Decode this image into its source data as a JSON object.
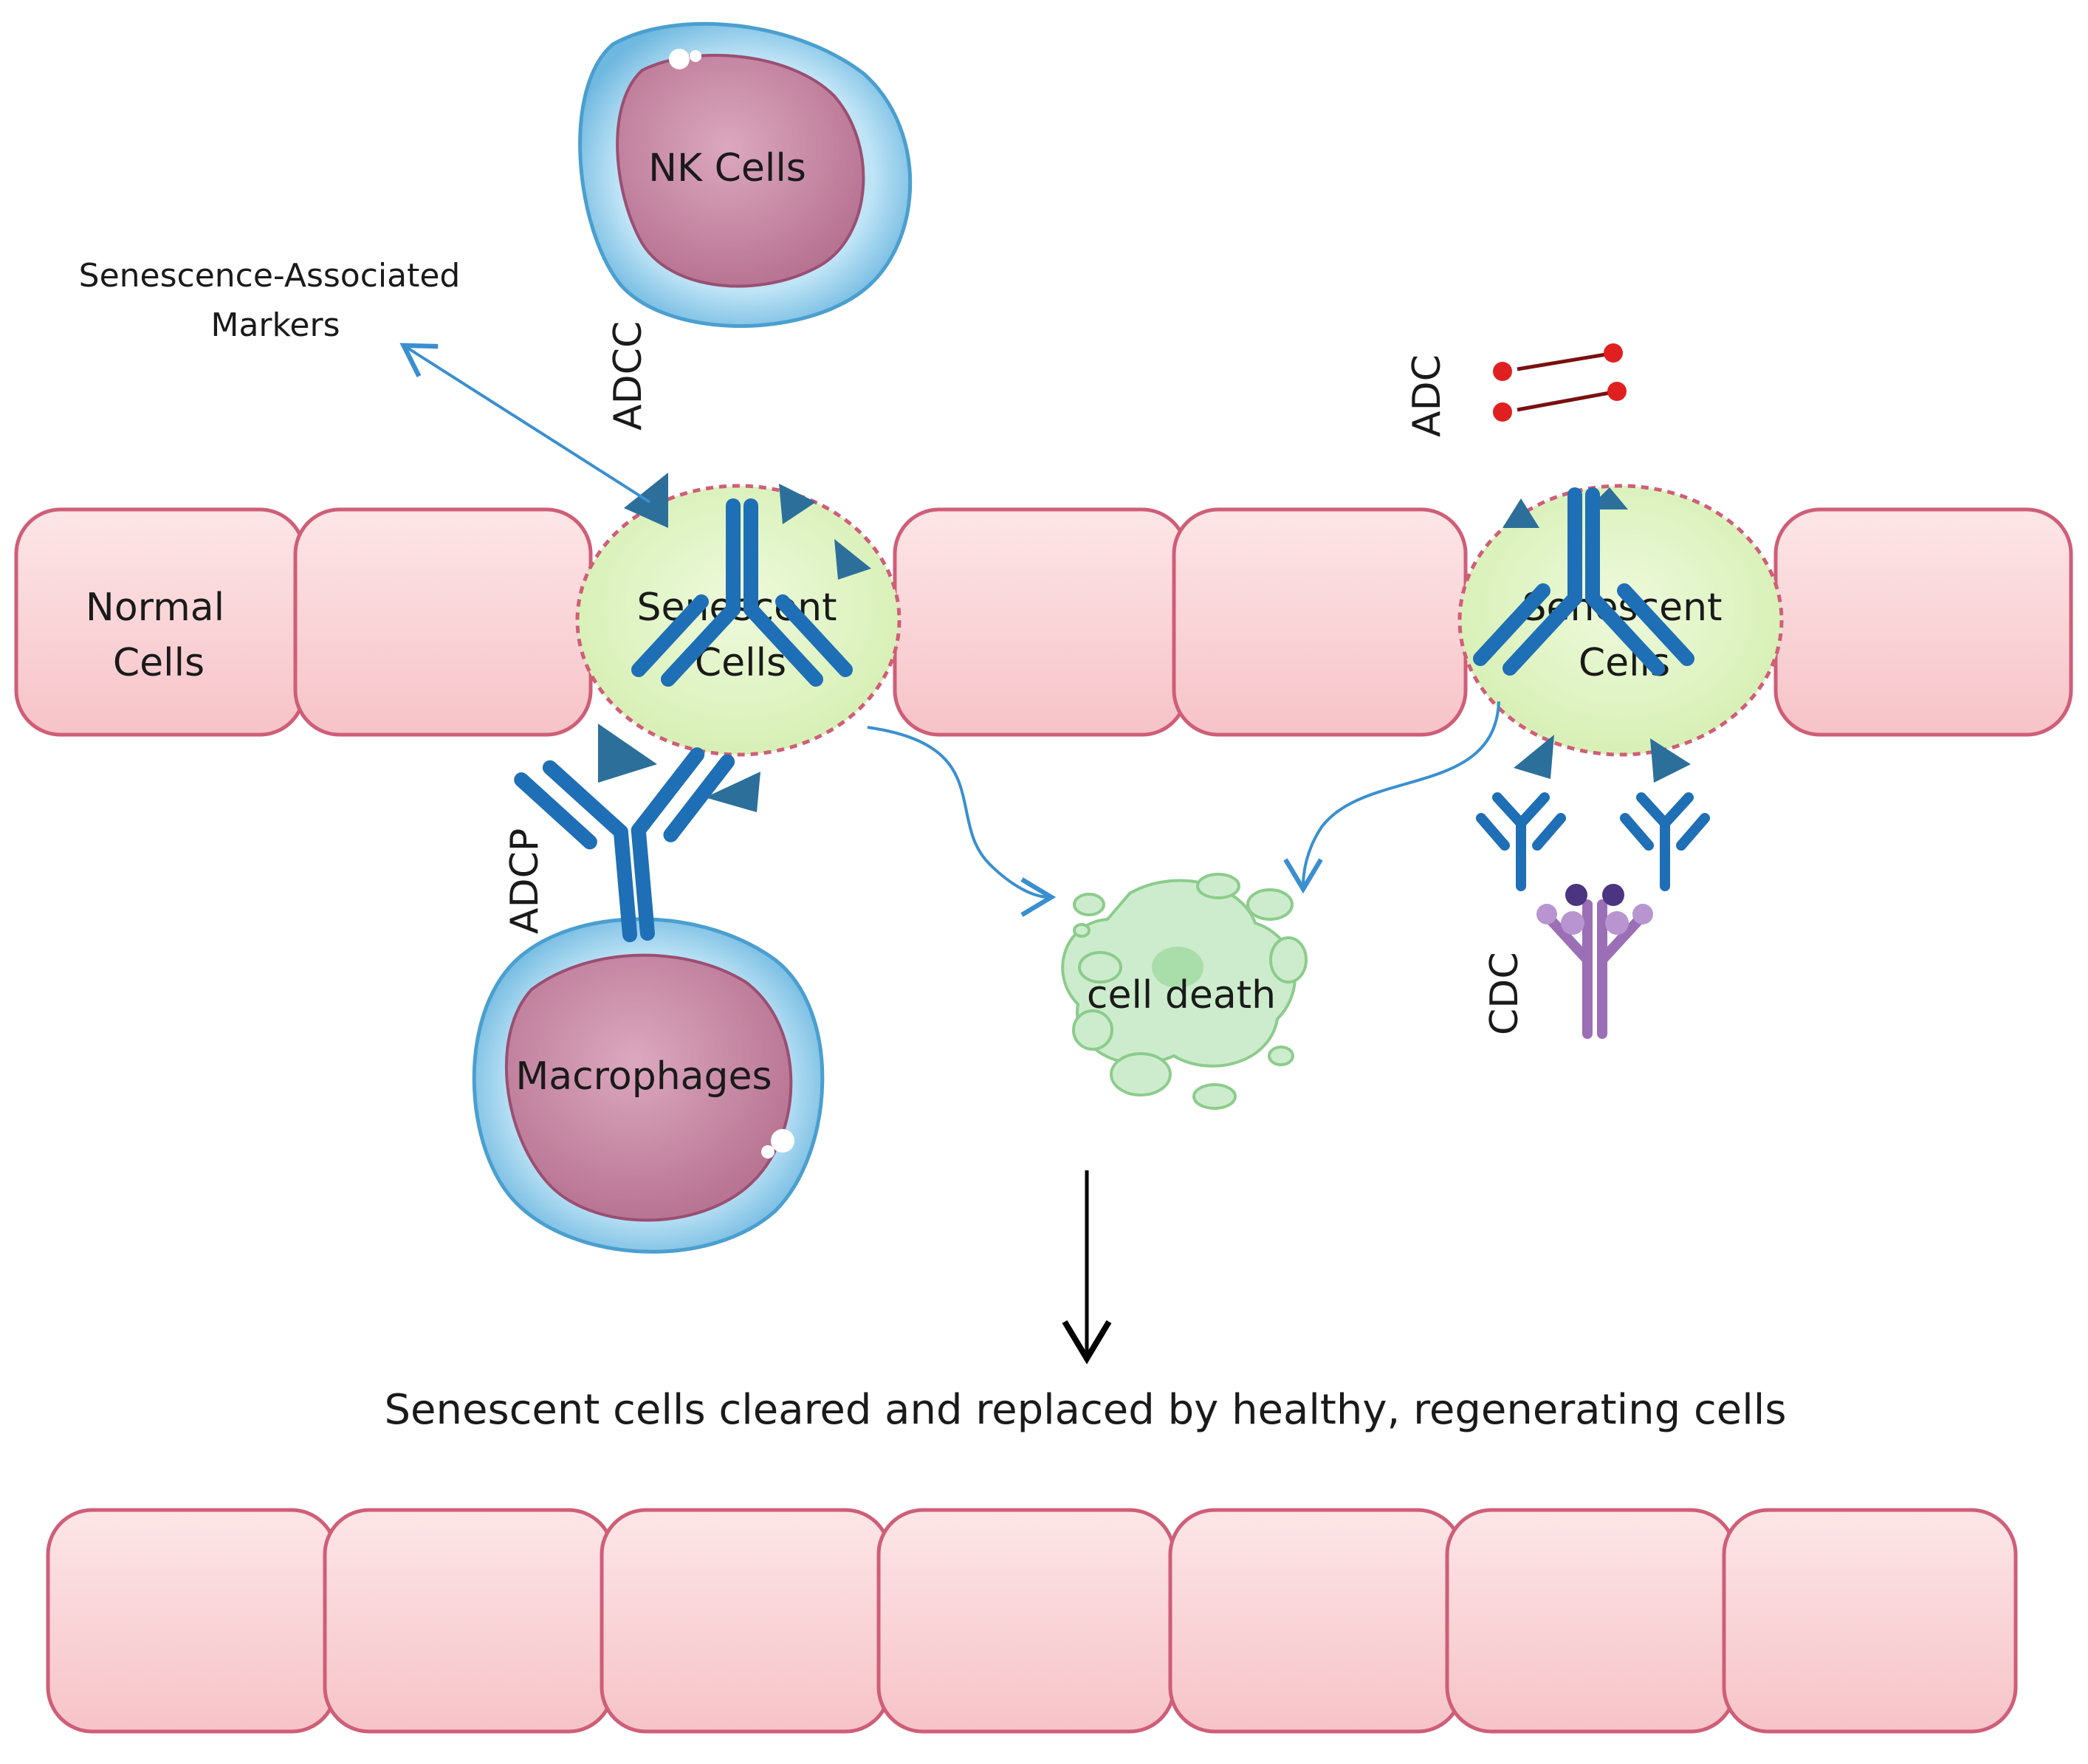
{
  "labels": {
    "nk_cells": "NK Cells",
    "macrophages": "Macrophages",
    "normal_cells_line1": "Normal",
    "normal_cells_line2": "Cells",
    "senescent_left_line1": "Senescent",
    "senescent_left_line2": "Cells",
    "senescent_right_line1": "Senescent",
    "senescent_right_line2": "Cells",
    "markers_line1": "Senescence-Associated",
    "markers_line2": "Markers",
    "adcc": "ADCC",
    "adcp": "ADCP",
    "adc": "ADC",
    "cdc": "CDC",
    "cell_death": "cell death",
    "caption": "Senescent cells cleared and replaced by healthy, regenerating cells"
  },
  "colors": {
    "cell_fill": "#fad4d6",
    "cell_stroke": "#cf5e78",
    "senescent_fill": "#e2f5c6",
    "antibody": "#1e6fb5",
    "immune_outer": "#9fd3ee",
    "immune_nucleus": "#c98aa6",
    "complement": "#9b6fb5",
    "arrow": "#3a8fd0"
  }
}
